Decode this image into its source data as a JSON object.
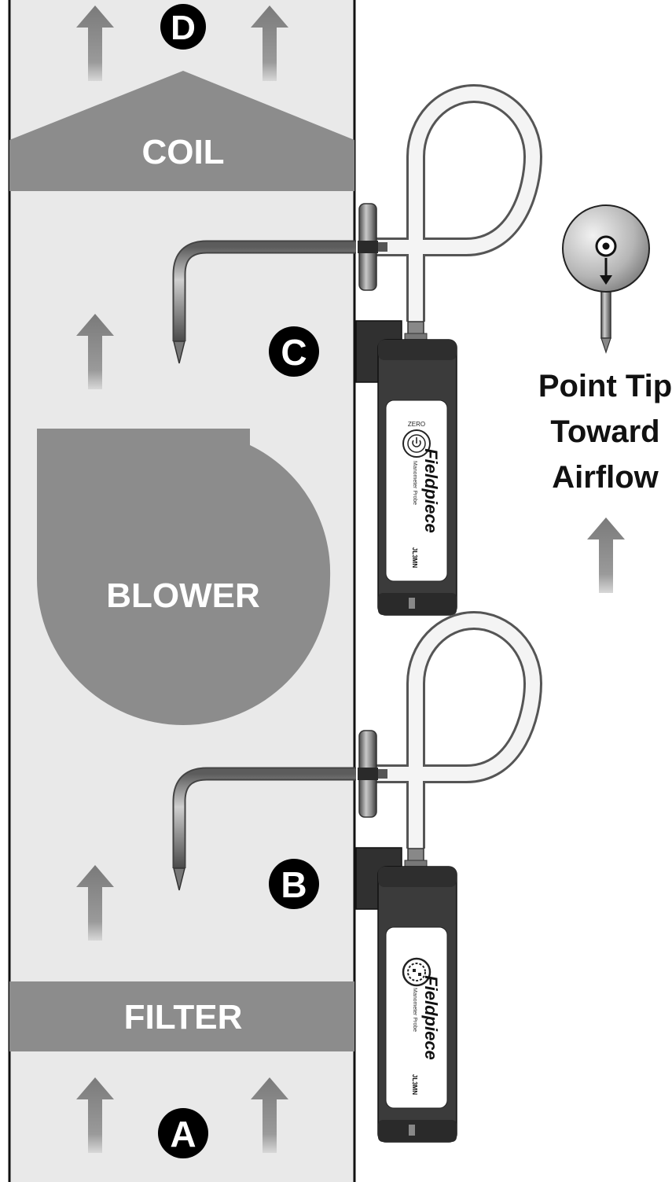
{
  "labels": {
    "coil": "COIL",
    "blower": "BLOWER",
    "filter": "FILTER"
  },
  "points": {
    "a": "A",
    "b": "B",
    "c": "C",
    "d": "D"
  },
  "instructions": {
    "line1": "Point Tip",
    "line2": "Toward",
    "line3": "Airflow"
  },
  "probe": {
    "brand": "Fieldpiece",
    "subtitle": "Manometer Probe",
    "model": "JL3MN",
    "zero_label": "ZERO"
  },
  "colors": {
    "duct_fill": "#e9e9e9",
    "component_fill": "#8c8c8c",
    "probe_body": "#3a3a3a",
    "marker_fill": "#000000",
    "arrow_gray": "#8a8a8a"
  },
  "icons": {
    "airflow_arrow": "up-arrow-icon",
    "power_button": "power-icon",
    "tip_direction": "tip-direction-icon"
  }
}
